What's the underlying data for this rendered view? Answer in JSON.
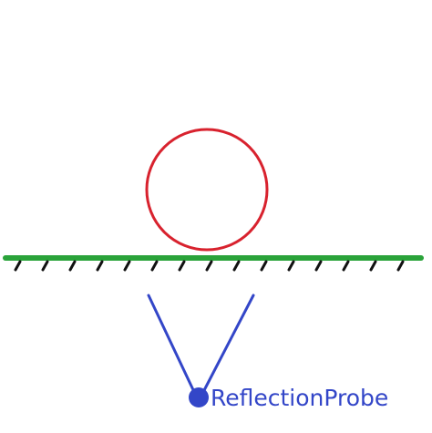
{
  "diagram": {
    "probe_label": "ReflectionProbe",
    "colors": {
      "sphere": "#d8222e",
      "mirror": "#2aa33a",
      "hatch": "#111111",
      "probe": "#3346c8",
      "background": "#ffffff"
    },
    "elements": {
      "sphere": "red-circle",
      "mirror": "green-ground-line",
      "hatching": "diagonal-hatch-marks",
      "probe_view": "v-shaped-view-cone",
      "probe_point": "blue-dot"
    }
  }
}
